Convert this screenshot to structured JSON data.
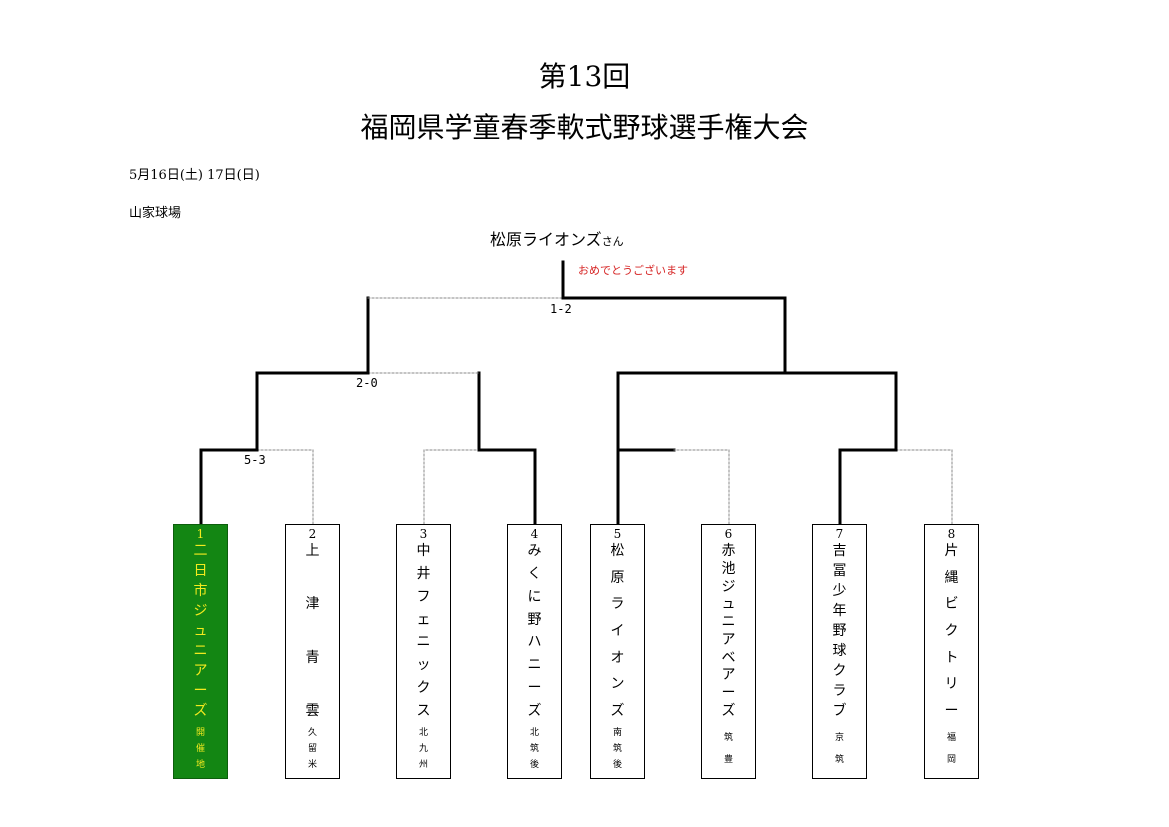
{
  "header": {
    "title": "第13回",
    "subtitle": "福岡県学童春季軟式野球選手権大会",
    "dates": "5月16日(土) 17日(日)",
    "venue": "山家球場"
  },
  "champion": {
    "name": "松原ライオンズ",
    "suffix": "さん",
    "congrats": "おめでとうございます",
    "congrats_color": "#d62424"
  },
  "scores": [
    "5-3",
    "2-0",
    "1-2"
  ],
  "teams": [
    {
      "seed": "1",
      "name": "二日市ジュニアーズ",
      "region": "開催地",
      "host": true
    },
    {
      "seed": "2",
      "name": "上津青雲",
      "region": "久留米",
      "host": false
    },
    {
      "seed": "3",
      "name": "中井フェニックス",
      "region": "北九州",
      "host": false
    },
    {
      "seed": "4",
      "name": "みくに野ハニーズ",
      "region": "北筑後",
      "host": false
    },
    {
      "seed": "5",
      "name": "松原ライオンズ",
      "region": "南筑後",
      "host": false
    },
    {
      "seed": "6",
      "name": "赤池ジュニアベアーズ",
      "region": "筑豊",
      "host": false
    },
    {
      "seed": "7",
      "name": "吉冨少年野球クラブ",
      "region": "京筑",
      "host": false
    },
    {
      "seed": "8",
      "name": "片縄ビクトリー",
      "region": "福岡",
      "host": false
    }
  ],
  "colors": {
    "host_fill": "#138613",
    "host_text": "#f2ea1f",
    "line": "#000000",
    "loser_line": "#888888"
  }
}
